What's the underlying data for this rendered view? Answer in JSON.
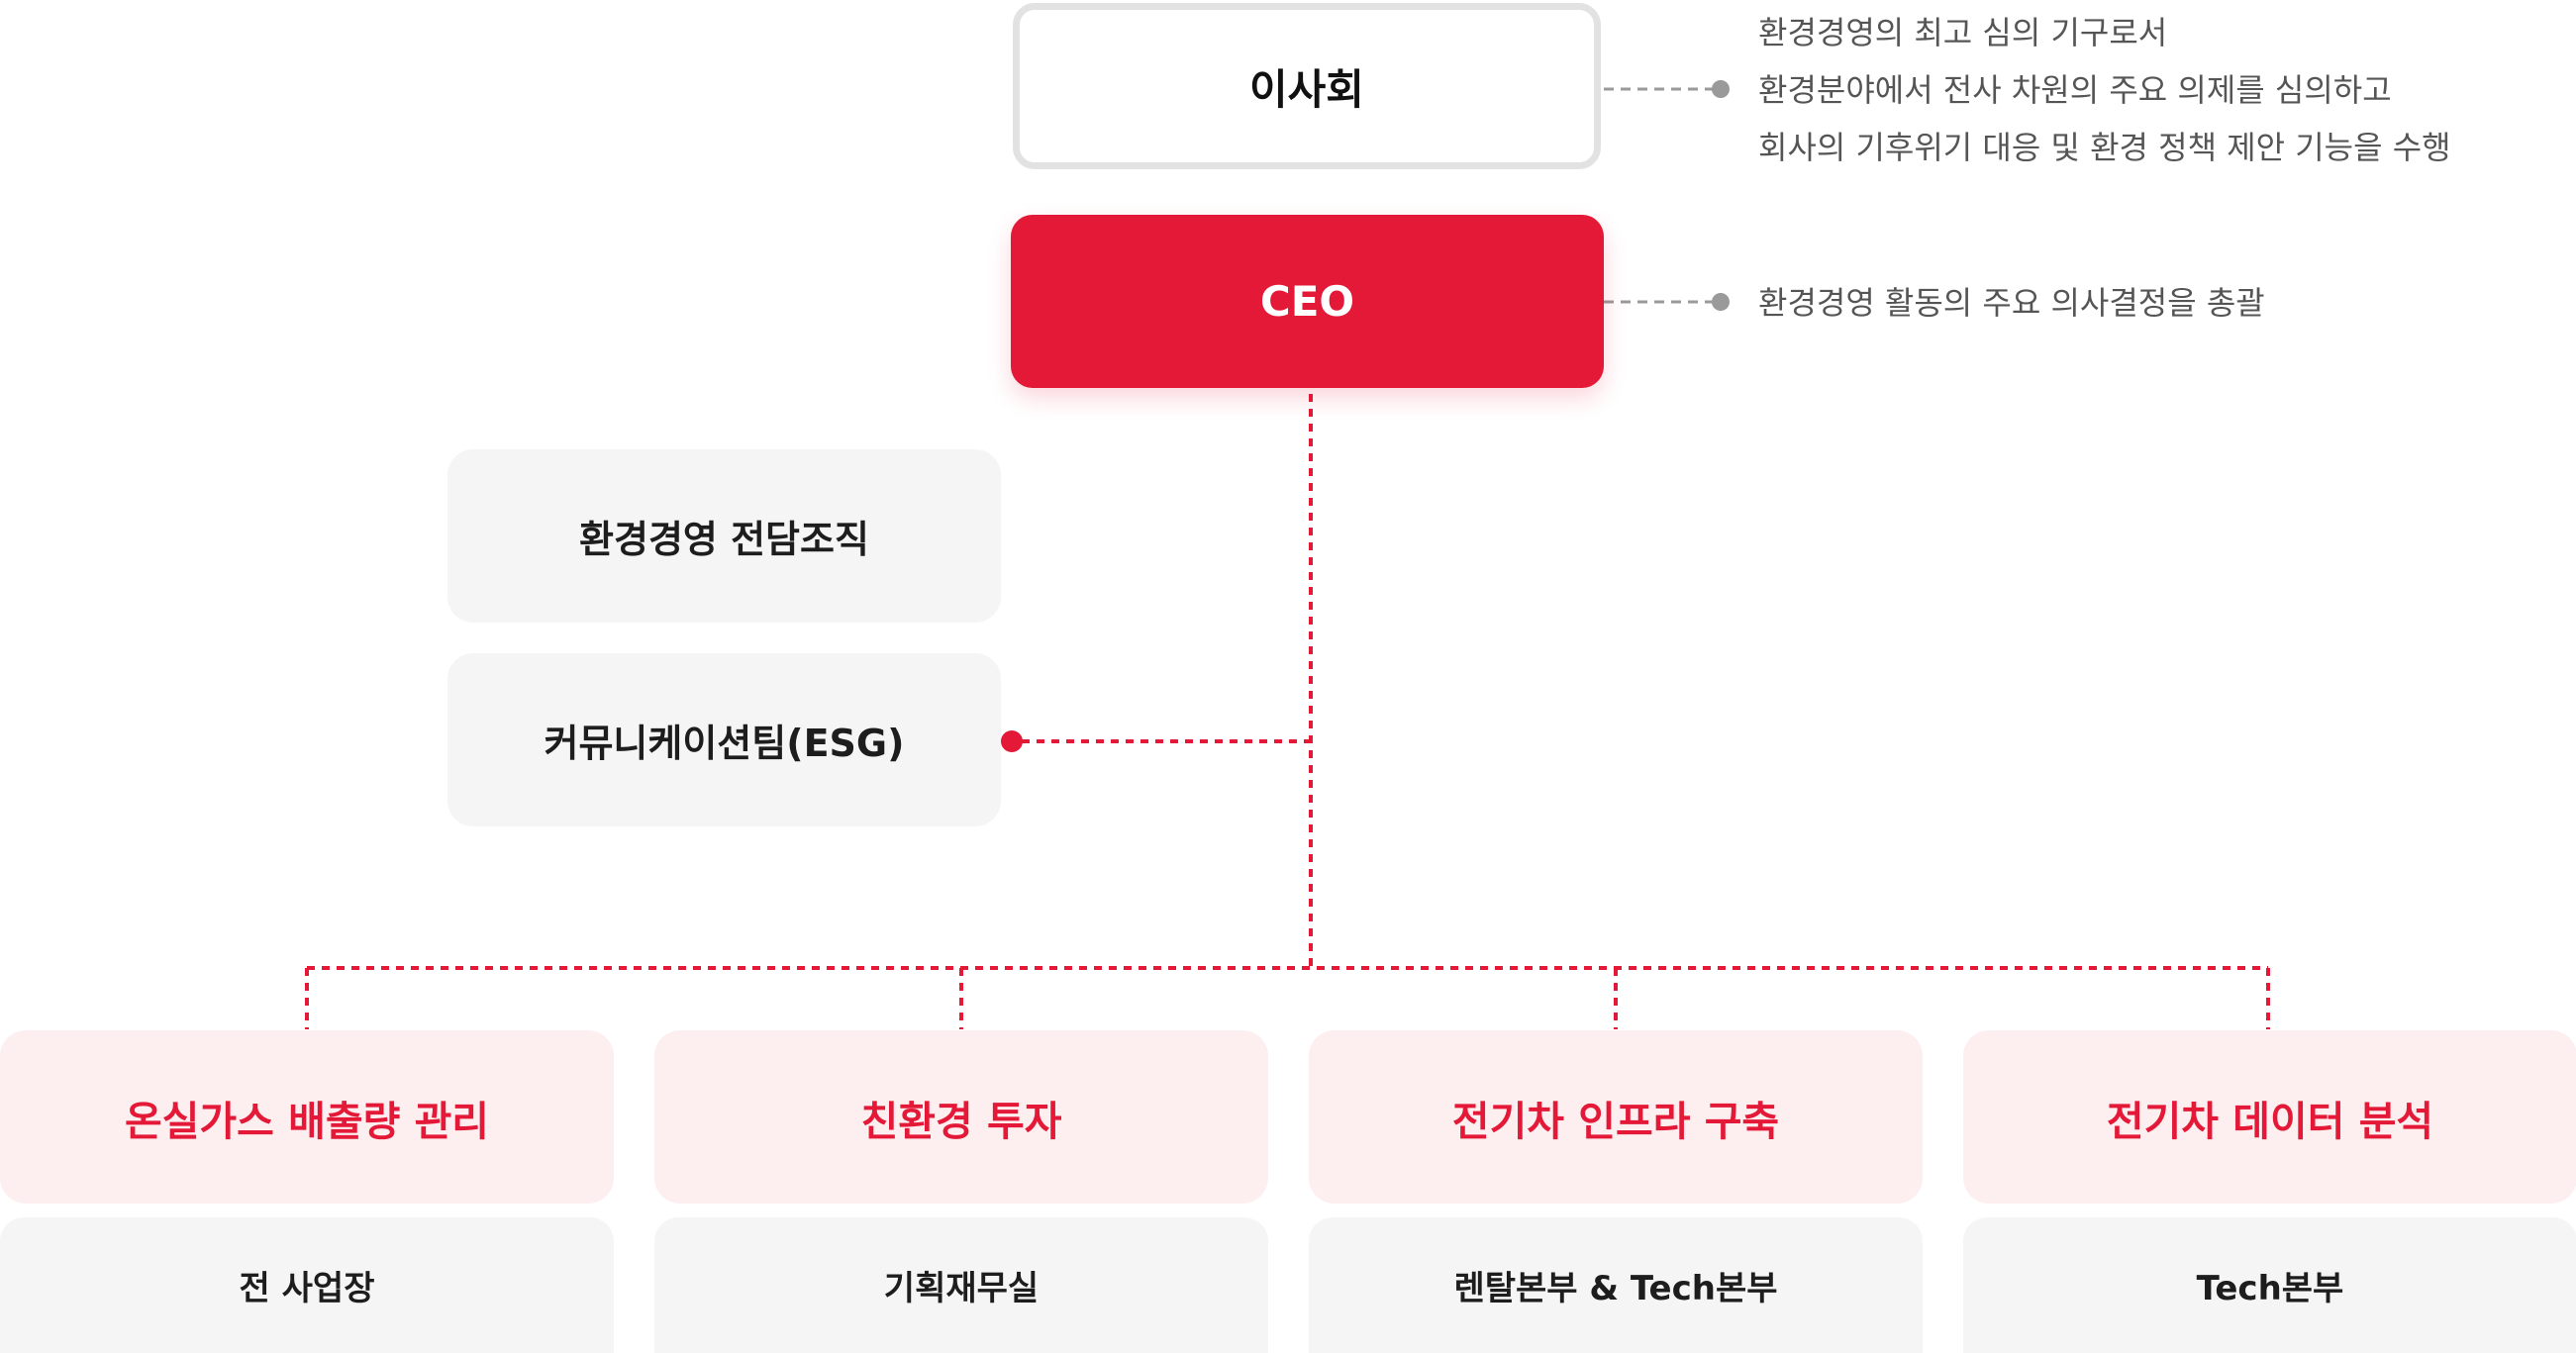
{
  "board": {
    "label": "이사회",
    "description": [
      "환경경영의 최고 심의 기구로서",
      "환경분야에서 전사 차원의 주요 의제를 심의하고",
      "회사의 기후위기 대응 및 환경 정책 제안 기능을 수행"
    ]
  },
  "ceo": {
    "label": "CEO",
    "description": "환경경영 활동의 주요 의사결정을 총괄"
  },
  "dedicated_org": {
    "label": "환경경영 전담조직",
    "team": "커뮤니케이션팀(ESG)"
  },
  "areas": [
    {
      "title": "온실가스 배출량 관리",
      "department": "전 사업장"
    },
    {
      "title": "친환경 투자",
      "department": "기획재무실"
    },
    {
      "title": "전기차 인프라 구축",
      "department": "렌탈본부 & Tech본부"
    },
    {
      "title": "전기차 데이터 분석",
      "department": "Tech본부"
    }
  ],
  "colors": {
    "accent": "#e31937",
    "accent_light": "#fdeef0",
    "neutral_box": "#f5f5f5",
    "board_border": "#e2e2e2",
    "connector_gray": "#9a9a9a",
    "text_dark": "#1d1d1d",
    "text_gray": "#555555"
  }
}
